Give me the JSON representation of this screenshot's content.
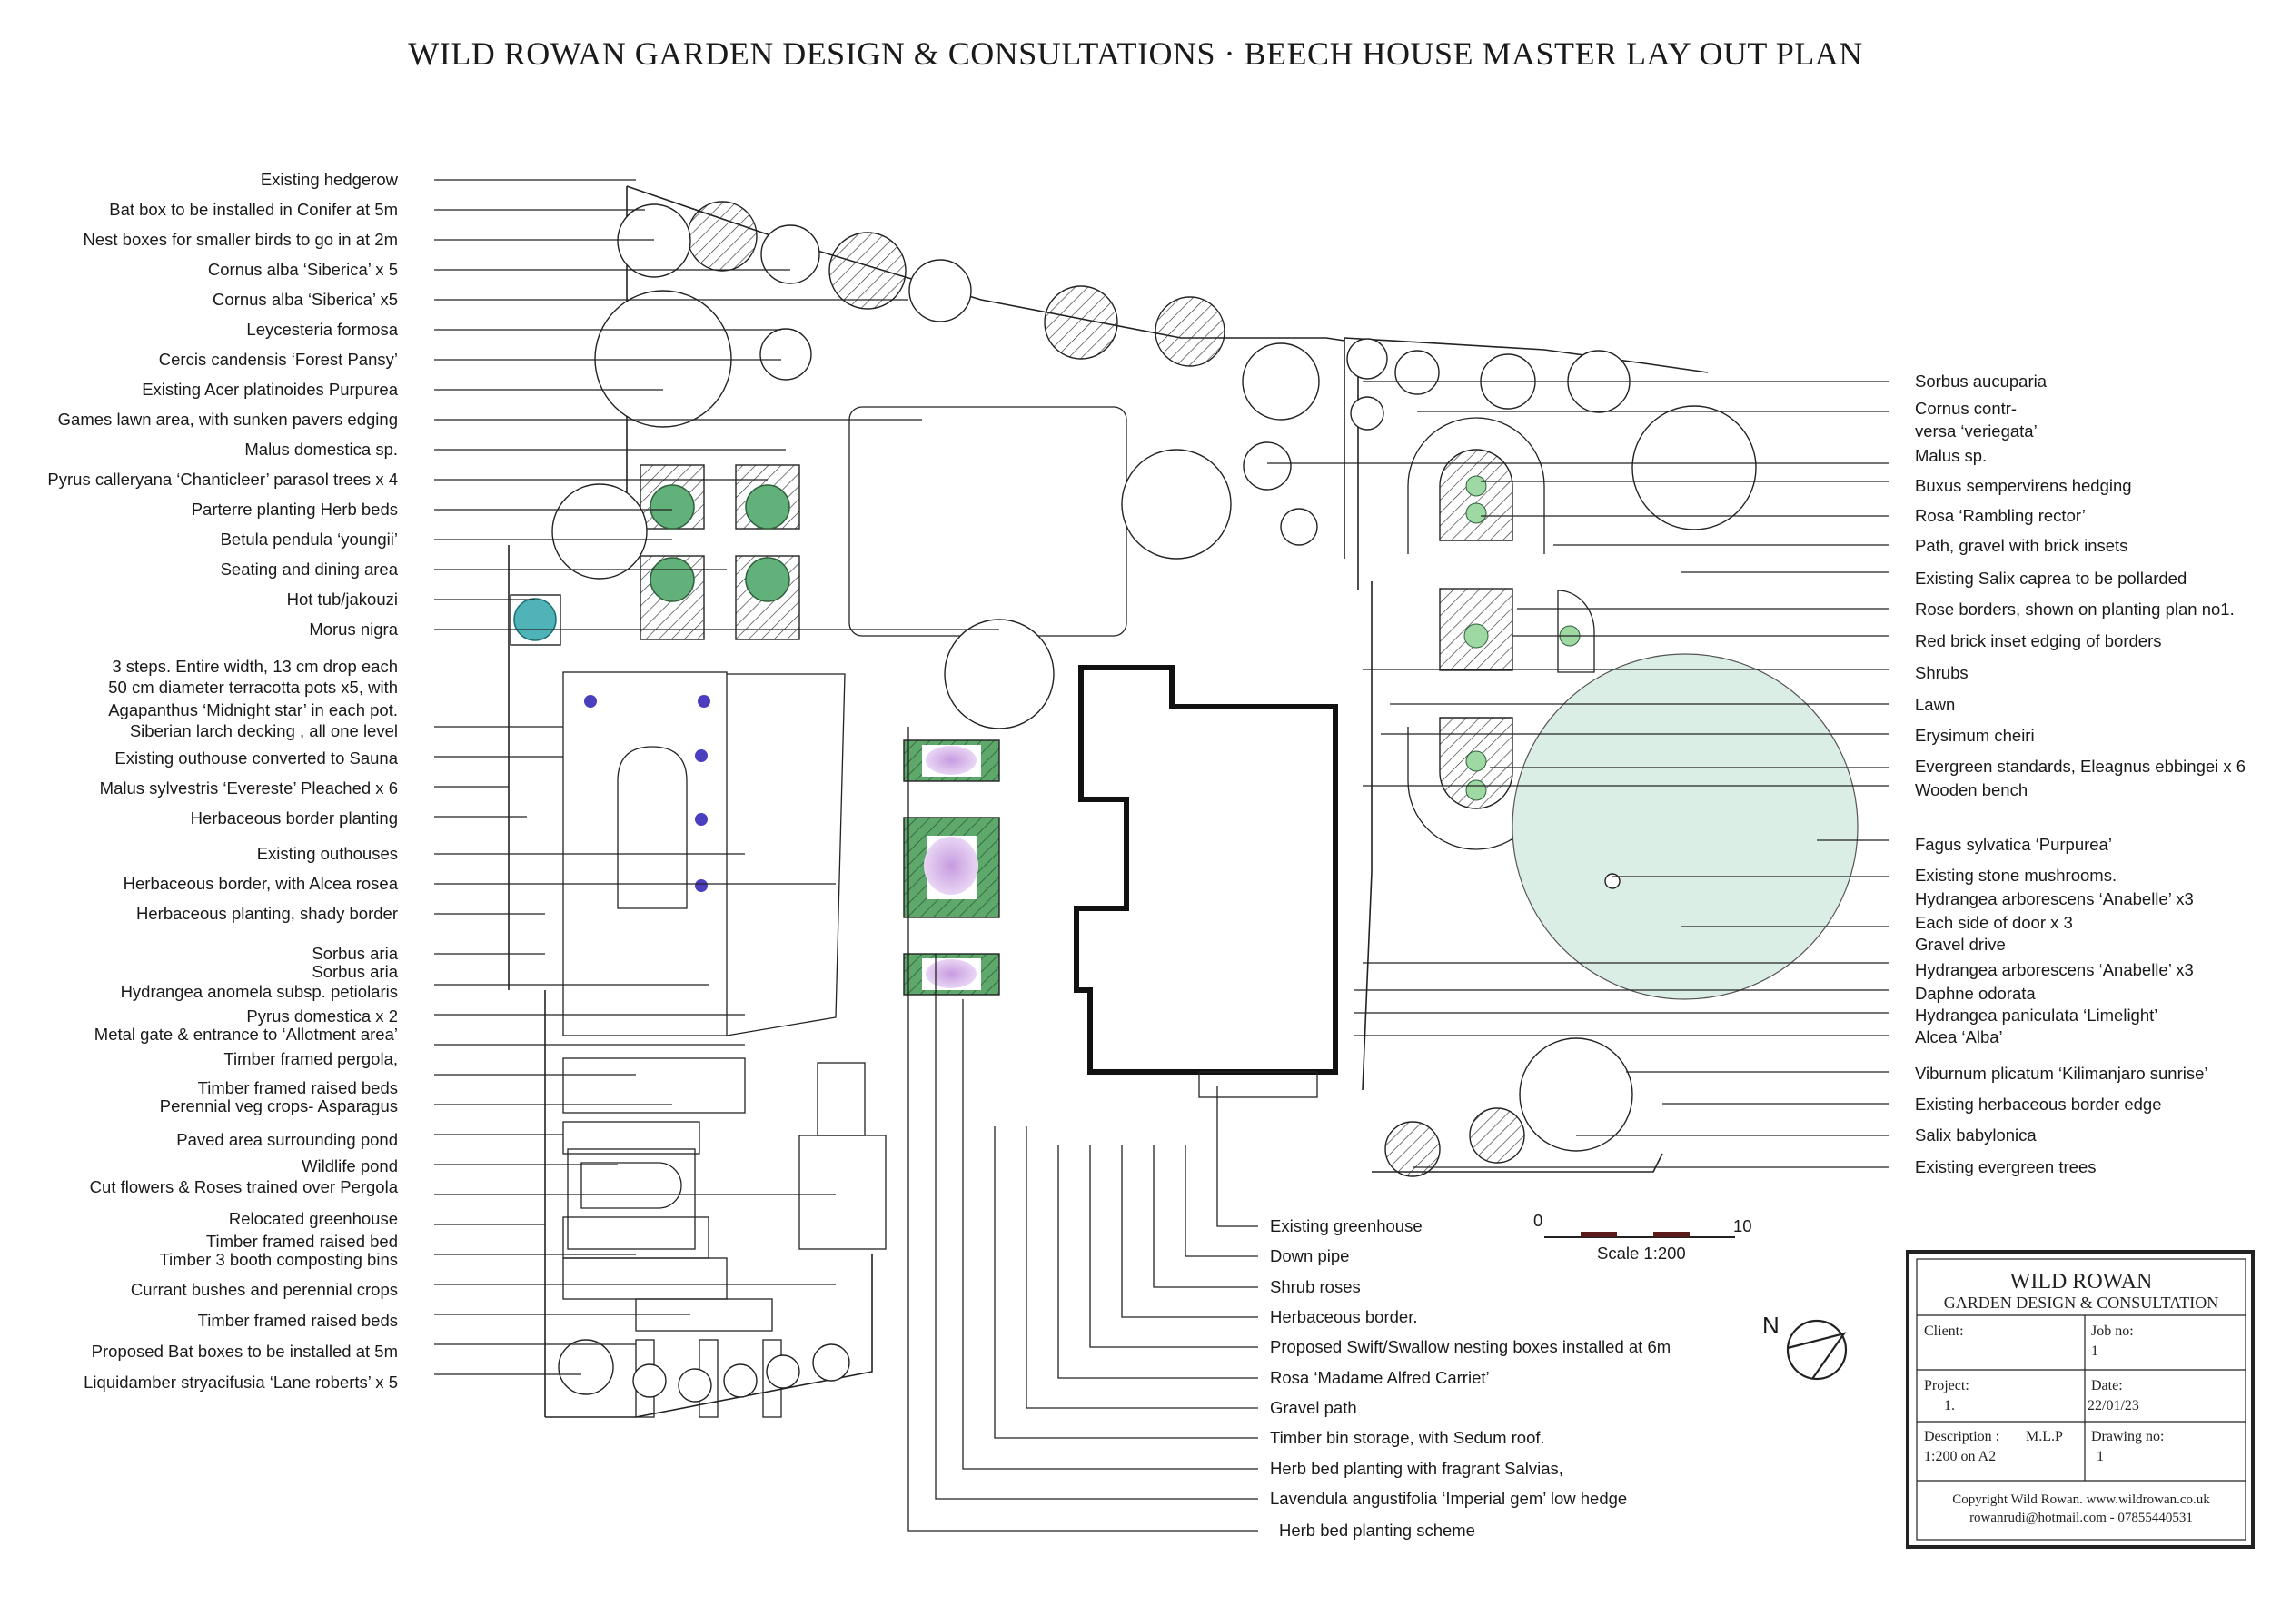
{
  "title": "WILD ROWAN GARDEN DESIGN & CONSULTATIONS  ·  BEECH HOUSE MASTER LAY OUT PLAN",
  "left_labels": [
    {
      "t": "Existing hedgerow"
    },
    {
      "t": "Bat box to be installed in Conifer at 5m"
    },
    {
      "t": "Nest boxes for smaller birds  to go in at 2m"
    },
    {
      "t": "Cornus alba ‘Siberica’ x 5"
    },
    {
      "t": "Cornus alba ‘Siberica’ x5"
    },
    {
      "t": "Leycesteria formosa"
    },
    {
      "t": "Cercis candensis ‘Forest Pansy’"
    },
    {
      "t": "Existing Acer platinoides Purpurea"
    },
    {
      "t": "Games lawn area, with sunken pavers edging"
    },
    {
      "t": "Malus domestica sp."
    },
    {
      "t": "Pyrus  calleryana ‘Chanticleer’ parasol trees  x 4"
    },
    {
      "t": "Parterre planting Herb beds"
    },
    {
      "t": "Betula pendula ‘youngii’"
    },
    {
      "t": "Seating and dining area"
    },
    {
      "t": "Hot tub/jakouzi"
    },
    {
      "t": "Morus nigra"
    },
    {
      "t": "3 steps. Entire width, 13 cm drop each"
    },
    {
      "t": "50 cm diameter terracotta pots x5, with"
    },
    {
      "t": "Agapanthus ‘Midnight star’ in each pot."
    },
    {
      "t": "Siberian larch decking , all one level"
    },
    {
      "t": "Existing outhouse converted to Sauna"
    },
    {
      "t": "Malus sylvestris ‘Evereste’ Pleached x 6"
    },
    {
      "t": "Herbaceous border planting"
    },
    {
      "t": "Existing outhouses"
    },
    {
      "t": "Herbaceous border, with Alcea rosea"
    },
    {
      "t": "Herbaceous planting, shady  border"
    },
    {
      "t": "Sorbus  aria"
    },
    {
      "t": "Sorbus aria"
    },
    {
      "t": "Hydrangea anomela subsp. petiolaris"
    },
    {
      "t": "Pyrus domestica x 2"
    },
    {
      "t": "Metal gate & entrance to ‘Allotment area’"
    },
    {
      "t": "Timber framed pergola,"
    },
    {
      "t": "Timber framed raised beds"
    },
    {
      "t": "Perennial veg crops- Asparagus"
    },
    {
      "t": "Paved area surrounding pond"
    },
    {
      "t": "Wildlife pond"
    },
    {
      "t": "Cut flowers & Roses trained over Pergola"
    },
    {
      "t": "Relocated greenhouse"
    },
    {
      "t": "Timber framed raised bed"
    },
    {
      "t": "Timber 3 booth composting bins"
    },
    {
      "t": "Currant bushes and perennial crops"
    },
    {
      "t": "Timber framed raised beds"
    },
    {
      "t": "Proposed Bat boxes to be installed at 5m"
    },
    {
      "t": "Liquidamber stryacifusia ‘Lane roberts’ x 5"
    }
  ],
  "right_labels": [
    {
      "t": "Sorbus aucuparia"
    },
    {
      "t": "Cornus contr-"
    },
    {
      "t": "versa ‘veriegata’"
    },
    {
      "t": "Malus sp."
    },
    {
      "t": "Buxus sempervirens hedging"
    },
    {
      "t": "Rosa ‘Rambling rector’"
    },
    {
      "t": "Path, gravel with brick insets"
    },
    {
      "t": "Existing Salix caprea to be pollarded"
    },
    {
      "t": "Rose borders,  shown on planting plan no1."
    },
    {
      "t": "Red brick inset edging of borders"
    },
    {
      "t": "Shrubs"
    },
    {
      "t": "Lawn"
    },
    {
      "t": "Erysimum cheiri"
    },
    {
      "t": "Evergreen standards, Eleagnus ebbingei x 6"
    },
    {
      "t": "Wooden bench"
    },
    {
      "t": "Fagus sylvatica ‘Purpurea’"
    },
    {
      "t": "Existing stone mushrooms."
    },
    {
      "t": "Hydrangea arborescens ‘Anabelle’ x3"
    },
    {
      "t": "Each side of door x 3"
    },
    {
      "t": "Gravel drive"
    },
    {
      "t": "Hydrangea arborescens ‘Anabelle’ x3"
    },
    {
      "t": "Daphne odorata"
    },
    {
      "t": "Hydrangea paniculata ‘Limelight’"
    },
    {
      "t": "Alcea ‘Alba’"
    },
    {
      "t": "Viburnum plicatum ‘Kilimanjaro sunrise’"
    },
    {
      "t": "Existing herbaceous border edge"
    },
    {
      "t": "Salix babylonica"
    },
    {
      "t": "Existing evergreen trees"
    }
  ],
  "bottom_labels": [
    {
      "t": "Existing greenhouse"
    },
    {
      "t": "Down pipe"
    },
    {
      "t": "Shrub roses"
    },
    {
      "t": "Herbaceous border."
    },
    {
      "t": "Proposed Swift/Swallow nesting boxes installed at 6m"
    },
    {
      "t": "Rosa ‘Madame Alfred Carriet’"
    },
    {
      "t": "Gravel path"
    },
    {
      "t": "Timber bin storage, with Sedum roof."
    },
    {
      "t": "Herb bed planting with fragrant Salvias,"
    },
    {
      "t": "Lavendula angustifolia ‘Imperial gem’ low hedge"
    },
    {
      "t": "Herb bed planting scheme"
    }
  ],
  "scale": {
    "start": "0",
    "end": "10",
    "label": "Scale 1:200"
  },
  "north": "N",
  "title_block": {
    "company": "WILD ROWAN",
    "subtitle": "GARDEN DESIGN & CONSULTATION",
    "client_label": "Client:",
    "job_label": "Job no:",
    "job_value": "1",
    "project_label": "Project:",
    "project_value": "1.",
    "date_label": "Date:",
    "date_value": "22/01/23",
    "desc_label": "Description :",
    "desc_code": "M.L.P",
    "desc_value": "1:200 on A2",
    "drawing_label": "Drawing no:",
    "drawing_value": "1",
    "copyright": "Copyright Wild Rowan. www.wildrowan.co.uk",
    "contact": "rowanrudi@hotmail.com - 07855440531"
  },
  "colors": {
    "tree_green": "#62b07a",
    "hot_tub": "#4fb3b8",
    "lavender": "#c79be0",
    "hedge_green": "#5fa86c",
    "fagus_fill": "#dbeee6"
  }
}
